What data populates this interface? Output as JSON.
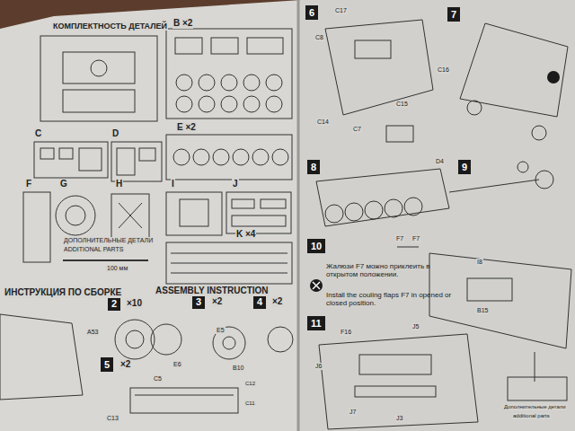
{
  "diagram": {
    "nodes": [
      {
        "text": [
          "2"
        ]
      },
      {
        "text": [
          "3"
        ]
      },
      {
        "text": [
          "4"
        ]
      },
      {
        "text": [
          "5"
        ]
      },
      {
        "text": [
          "6"
        ]
      },
      {
        "text": [
          "7"
        ]
      },
      {
        "text": [
          "8"
        ]
      },
      {
        "text": [
          "9"
        ]
      },
      {
        "text": [
          "10"
        ]
      },
      {
        "text": [
          "11"
        ]
      }
    ],
    "edges": [],
    "labels": [
      "КОМПЛЕКТНОСТЬ ДЕТАЛЕЙ",
      "B ×2",
      "E ×2",
      "C",
      "D",
      "F",
      "G",
      "H",
      "I",
      "J",
      "K ×4",
      "ДОПОЛНИТЕЛЬНЫЕ ДЕТАЛИ",
      "ADDITIONAL PARTS",
      "100 мм",
      "ИНСТРУКЦИЯ ПО СБОРКЕ",
      "ASSEMBLY INSTRUCTION",
      "×10",
      "×2",
      "×2",
      "×2",
      "A53",
      "E5",
      "E6",
      "B10",
      "C12",
      "C11",
      "C13",
      "C5",
      "C17",
      "C8",
      "C16",
      "C15",
      "C14",
      "C7",
      "D4",
      "F7",
      "F7",
      "Жалюзи F7 можно приклеить в открытом положении.",
      "Install the couling flaps F7 in opened or closed position.",
      "I8",
      "B15",
      "F16",
      "J5",
      "J6",
      "J7",
      "J3",
      "Дополнительные детали",
      "additional parts"
    ]
  }
}
